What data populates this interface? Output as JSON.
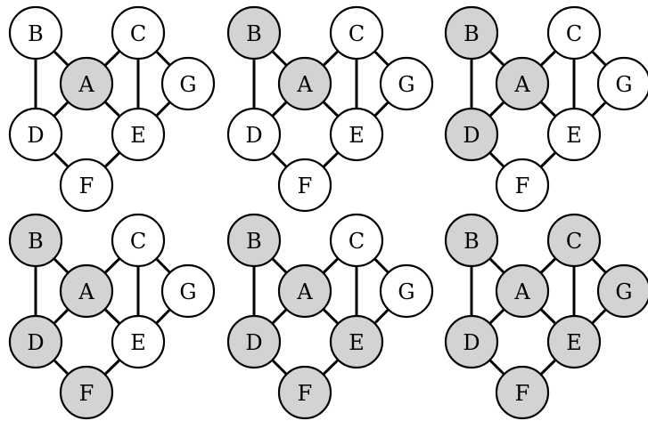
{
  "colors": {
    "visited": "#d3d3d3",
    "unvisited": "#ffffff",
    "stroke": "#000000"
  },
  "graph": {
    "nodes": [
      {
        "id": "A",
        "label": "A"
      },
      {
        "id": "B",
        "label": "B"
      },
      {
        "id": "C",
        "label": "C"
      },
      {
        "id": "D",
        "label": "D"
      },
      {
        "id": "E",
        "label": "E"
      },
      {
        "id": "F",
        "label": "F"
      },
      {
        "id": "G",
        "label": "G"
      }
    ],
    "edges": [
      [
        "A",
        "B"
      ],
      [
        "A",
        "C"
      ],
      [
        "A",
        "D"
      ],
      [
        "A",
        "E"
      ],
      [
        "B",
        "D"
      ],
      [
        "C",
        "E"
      ],
      [
        "C",
        "G"
      ],
      [
        "D",
        "F"
      ],
      [
        "E",
        "F"
      ],
      [
        "E",
        "G"
      ]
    ]
  },
  "panels": [
    {
      "shaded": [
        "A"
      ]
    },
    {
      "shaded": [
        "A",
        "B"
      ]
    },
    {
      "shaded": [
        "A",
        "B",
        "D"
      ]
    },
    {
      "shaded": [
        "A",
        "B",
        "D",
        "F"
      ]
    },
    {
      "shaded": [
        "A",
        "B",
        "D",
        "F",
        "E"
      ]
    },
    {
      "shaded": [
        "A",
        "B",
        "D",
        "F",
        "E",
        "C",
        "G"
      ]
    }
  ]
}
